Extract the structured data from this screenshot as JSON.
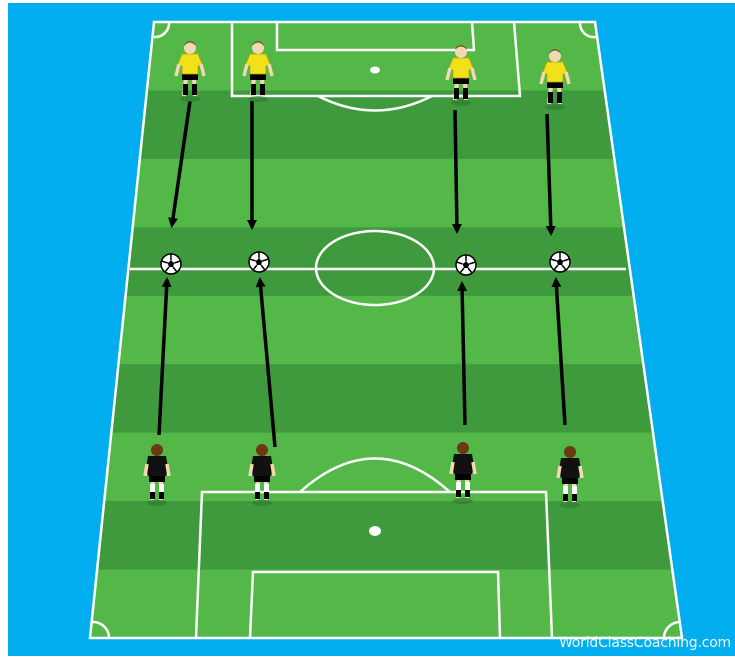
{
  "diagram": {
    "colors": {
      "background": "#00aeef",
      "grass_light": "#53b848",
      "grass_dark": "#3e9a3c",
      "lines": "#ffffff",
      "attacking_kit": "#f2e01b",
      "defending_kit": "#111111",
      "arrows": "#000000"
    },
    "players_top": [
      "yellow-player",
      "yellow-player",
      "yellow-player",
      "yellow-player"
    ],
    "players_bottom": [
      "black-player",
      "black-player",
      "black-player",
      "black-player"
    ],
    "balls": [
      "soccer-ball",
      "soccer-ball",
      "soccer-ball",
      "soccer-ball"
    ],
    "watermark": "WorldClassCoaching.com"
  }
}
